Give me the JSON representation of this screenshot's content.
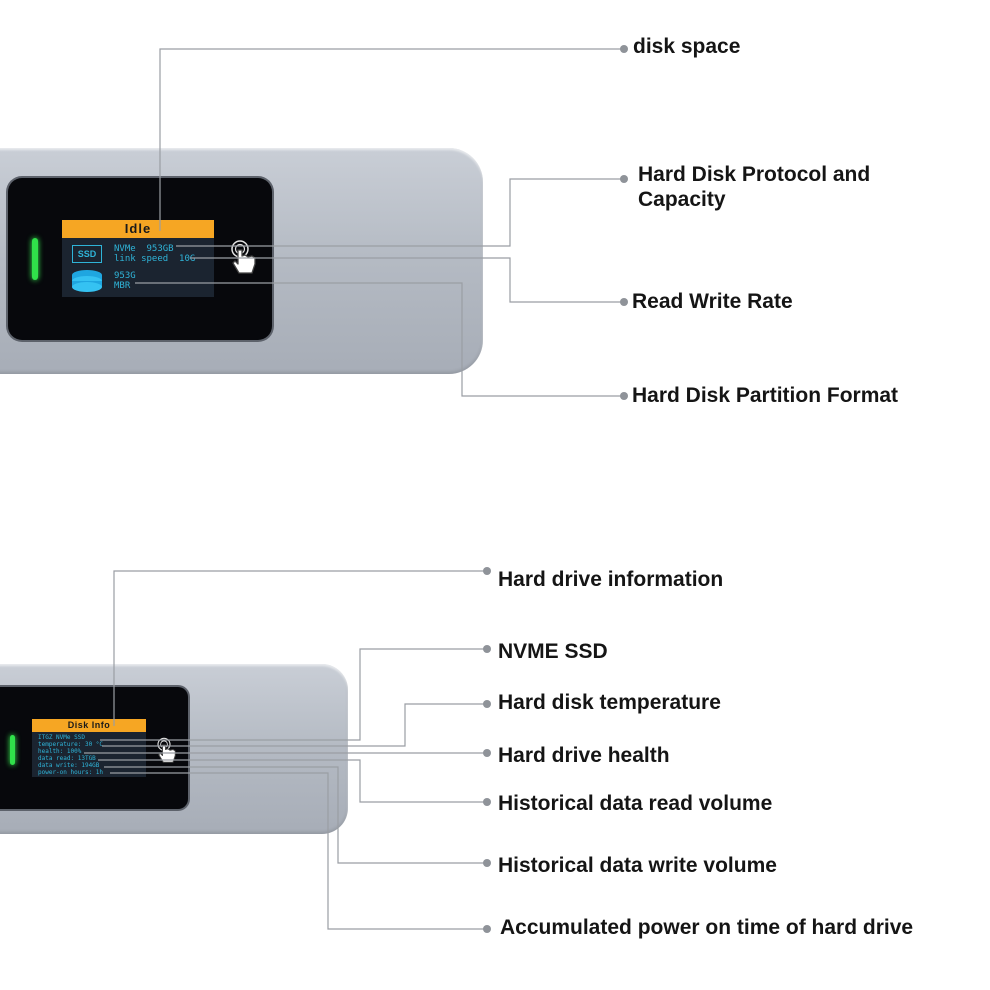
{
  "device_top": {
    "status": "Idle",
    "ssd_label": "SSD",
    "line1": "NVMe  953GB",
    "line2": "link speed  10G",
    "line3": "953G",
    "line4": "MBR"
  },
  "device_bottom": {
    "title": "Disk Info",
    "lines": [
      "ITGZ NVMe SSD",
      "temperature: 30 °C",
      "health: 100%",
      "data read: 13TGB",
      "data write: 194GB",
      "power-on hours: 1h"
    ]
  },
  "labels_top": {
    "disk_space": "disk space",
    "protocol_capacity": "Hard Disk Protocol and\nCapacity",
    "read_write_rate": "Read Write Rate",
    "partition_format": "Hard Disk Partition Format"
  },
  "labels_bottom": {
    "drive_info": "Hard drive information",
    "nvme_ssd": "NVME SSD",
    "temperature": "Hard disk temperature",
    "health": "Hard drive health",
    "read_volume": "Historical data read volume",
    "write_volume": "Historical data write volume",
    "power_on_time": "Accumulated power on time of hard drive"
  },
  "icons": [
    "touch-hand-icon",
    "disk-stack-icon"
  ],
  "colors": {
    "lcd_header": "#f6a623",
    "lcd_text": "#2fb4d8",
    "led": "#30e04a",
    "device": "#b4bac3"
  }
}
